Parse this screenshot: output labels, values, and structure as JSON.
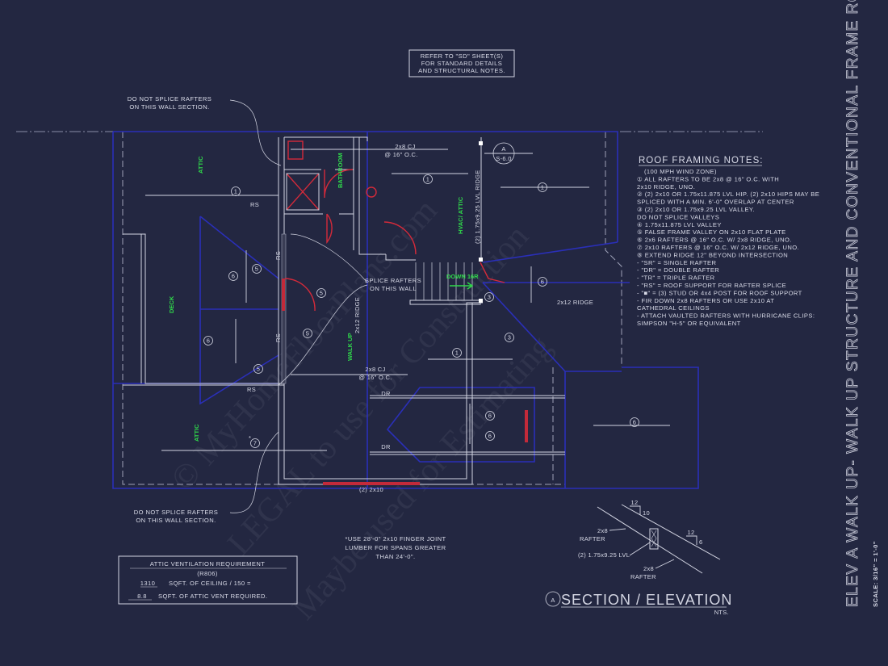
{
  "reference_note": [
    "REFER TO \"SD\" SHEET(S)",
    "FOR STANDARD DETAILS",
    "AND STRUCTURAL NOTES."
  ],
  "splice_note_top": [
    "DO NOT SPLICE RAFTERS",
    "ON THIS WALL SECTION."
  ],
  "splice_note_bottom": [
    "DO NOT SPLICE RAFTERS",
    "ON THIS WALL SECTION."
  ],
  "splice_wall_note": [
    "SPLICE RAFTERS",
    "ON THIS WALL"
  ],
  "rooms": {
    "attic_top": "ATTIC",
    "attic_bottom": "ATTIC",
    "deck": "DECK",
    "bathroom": "BATHROOM",
    "hvac_attic": "HVAC/ ATTIC",
    "walk_up": "WALK UP",
    "down_stairs": "DOWN 16R"
  },
  "labels": {
    "cj_top": [
      "2x8 CJ",
      "@ 16\" O.C."
    ],
    "cj_mid": [
      "2x8 CJ",
      "@ 16\" O.C."
    ],
    "lvl_ridge": "(2) 1.75x9.25 LVL RIDGE",
    "ridge_vertical": "2x12 RIDGE",
    "ridge_horizontal": "2x12 RIDGE",
    "rs": "RS",
    "dr": "DR",
    "header": "(2) 2x10",
    "section_marker": {
      "letter": "A",
      "sheet": "S-6.0"
    }
  },
  "callouts": [
    "1",
    "1",
    "1",
    "1",
    "5",
    "5",
    "5",
    "5",
    "6",
    "6",
    "6",
    "6",
    "6",
    "6",
    "3",
    "3",
    "7"
  ],
  "roof_notes": {
    "title": "ROOF FRAMING NOTES:",
    "lines": [
      "(100 MPH WIND ZONE)",
      "① ALL RAFTERS TO BE 2x8 @ 16\" O.C. WITH",
      "    2x10 RIDGE, UNO.",
      "② (2) 2x10 OR 1.75x11.875 LVL HIP. (2) 2x10 HIPS MAY BE",
      "    SPLICED WITH A MIN. 6'-0\" OVERLAP AT CENTER",
      "③ (2) 2x10 OR 1.75x9.25 LVL VALLEY.",
      "    DO NOT SPLICE VALLEYS",
      "④ 1.75x11.875 LVL VALLEY",
      "⑤ FALSE FRAME VALLEY ON 2x10 FLAT PLATE",
      "⑥ 2x6 RAFTERS @ 16\" O.C. W/ 2x8 RIDGE, UNO.",
      "⑦ 2x10 RAFTERS @ 16\" O.C. W/ 2x12 RIDGE, UNO.",
      "⑧ EXTEND RIDGE 12\" BEYOND INTERSECTION",
      "-  \"SR\" = SINGLE RAFTER",
      "-  \"DR\" = DOUBLE RAFTER",
      "-  \"TR\" = TRIPLE RAFTER",
      "-  \"RS\" = ROOF SUPPORT FOR RAFTER SPLICE",
      "-  \"■\"  = (3) STUD OR 4x4 POST FOR ROOF SUPPORT",
      "-  FIR DOWN 2x8 RAFTERS OR USE 2x10 AT",
      "    CATHEDRAL CEILINGS",
      "-  ATTACH VAULTED RAFTERS WITH HURRICANE CLIPS:",
      "    SIMPSON \"H-5\" OR EQUIVALENT"
    ]
  },
  "finger_joint_note": [
    "*USE 28'-0\" 2x10 FINGER JOINT",
    "LUMBER FOR SPANS GREATER",
    "THAN 24'-0\"."
  ],
  "attic_ventilation": {
    "title": "ATTIC VENTILATION REQUIREMENT",
    "code": "(R806)",
    "ceiling_sqft": "1310",
    "ceiling_text": "SQFT. OF CEILING / 150 =",
    "vent_sqft": "8.8",
    "vent_text": "SQFT. OF ATTIC VENT REQUIRED."
  },
  "section_detail": {
    "pitch_upper": {
      "rise": "10",
      "run": "12"
    },
    "pitch_lower": {
      "rise": "6",
      "run": "12"
    },
    "rafter_upper": [
      "2x8",
      "RAFTER"
    ],
    "lvl": "(2) 1.75x9.25 LVL",
    "rafter_lower": [
      "2x8",
      "RAFTER"
    ],
    "title_letter": "A",
    "title": "SECTION / ELEVATION",
    "subtitle": "NTS."
  },
  "sheet_title": "ELEV A WALK UP- WALK UP STRUCTURE AND CONVENTIONAL FRAME ROOF",
  "scale": "SCALE: 3/16\" = 1'-0\"",
  "watermark": [
    "© MyHomeFloorPlans.com",
    "LEGAL to use for Construction",
    "Maybe used for Estimating"
  ],
  "colors": {
    "background": "#232741",
    "linework": "#d3d5e2",
    "roof_outline": "#2a2fb8",
    "doors": "#d42a3a",
    "room_labels": "#2fd84a"
  }
}
